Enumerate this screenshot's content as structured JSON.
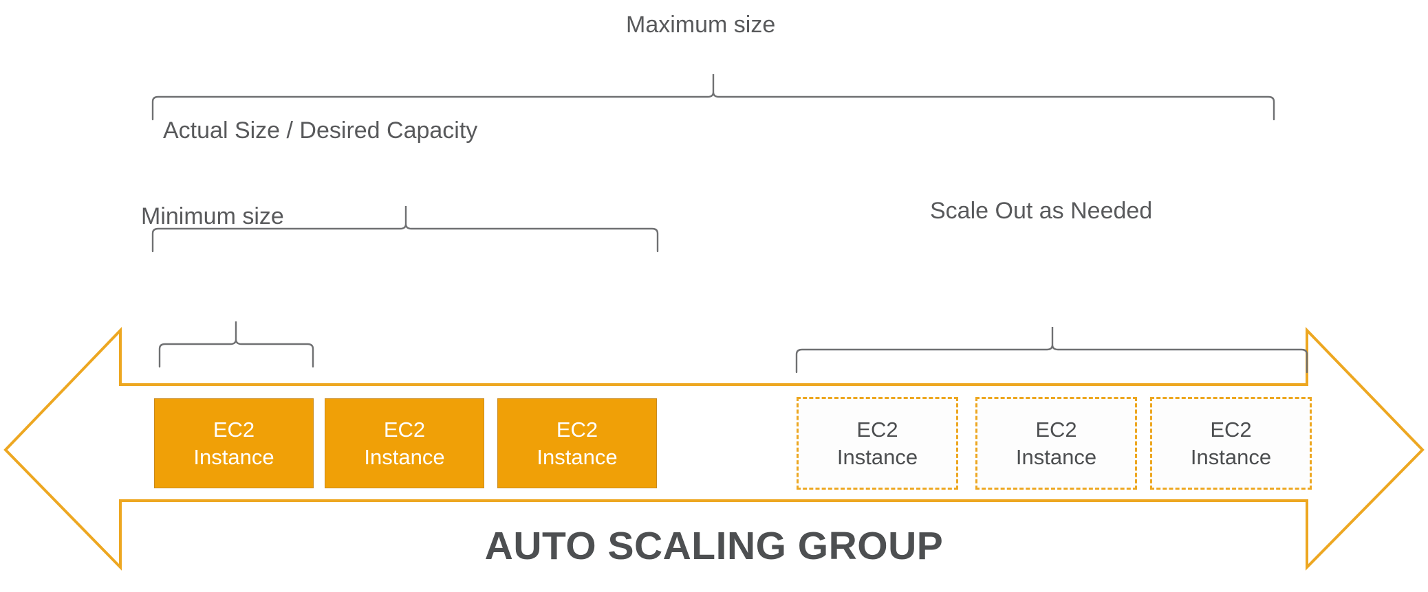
{
  "diagram": {
    "title": "AUTO SCALING GROUP",
    "colors": {
      "instance_fill": "#F0A007",
      "instance_border": "#C98A1E",
      "pending_border": "#EDA721",
      "arrow_stroke": "#EDA721",
      "bracket_stroke": "#6f7072",
      "label_text": "#58595b",
      "title_text": "#4d4f51",
      "instance_text": "#ffffff",
      "pending_text": "#4c4e50",
      "background": "#ffffff"
    },
    "brackets": [
      {
        "name": "maximum-size",
        "label": "Maximum size"
      },
      {
        "name": "actual-size",
        "label": "Actual Size / Desired Capacity"
      },
      {
        "name": "minimum-size",
        "label": "Minimum size"
      },
      {
        "name": "scale-out",
        "label": "Scale Out as Needed"
      }
    ],
    "instances": {
      "running": [
        {
          "name": "EC2",
          "role": "Instance"
        },
        {
          "name": "EC2",
          "role": "Instance"
        },
        {
          "name": "EC2",
          "role": "Instance"
        }
      ],
      "pending": [
        {
          "name": "EC2",
          "role": "Instance"
        },
        {
          "name": "EC2",
          "role": "Instance"
        },
        {
          "name": "EC2",
          "role": "Instance"
        }
      ]
    },
    "icons": {
      "arrow": "double-headed-horizontal-arrow-icon"
    }
  }
}
